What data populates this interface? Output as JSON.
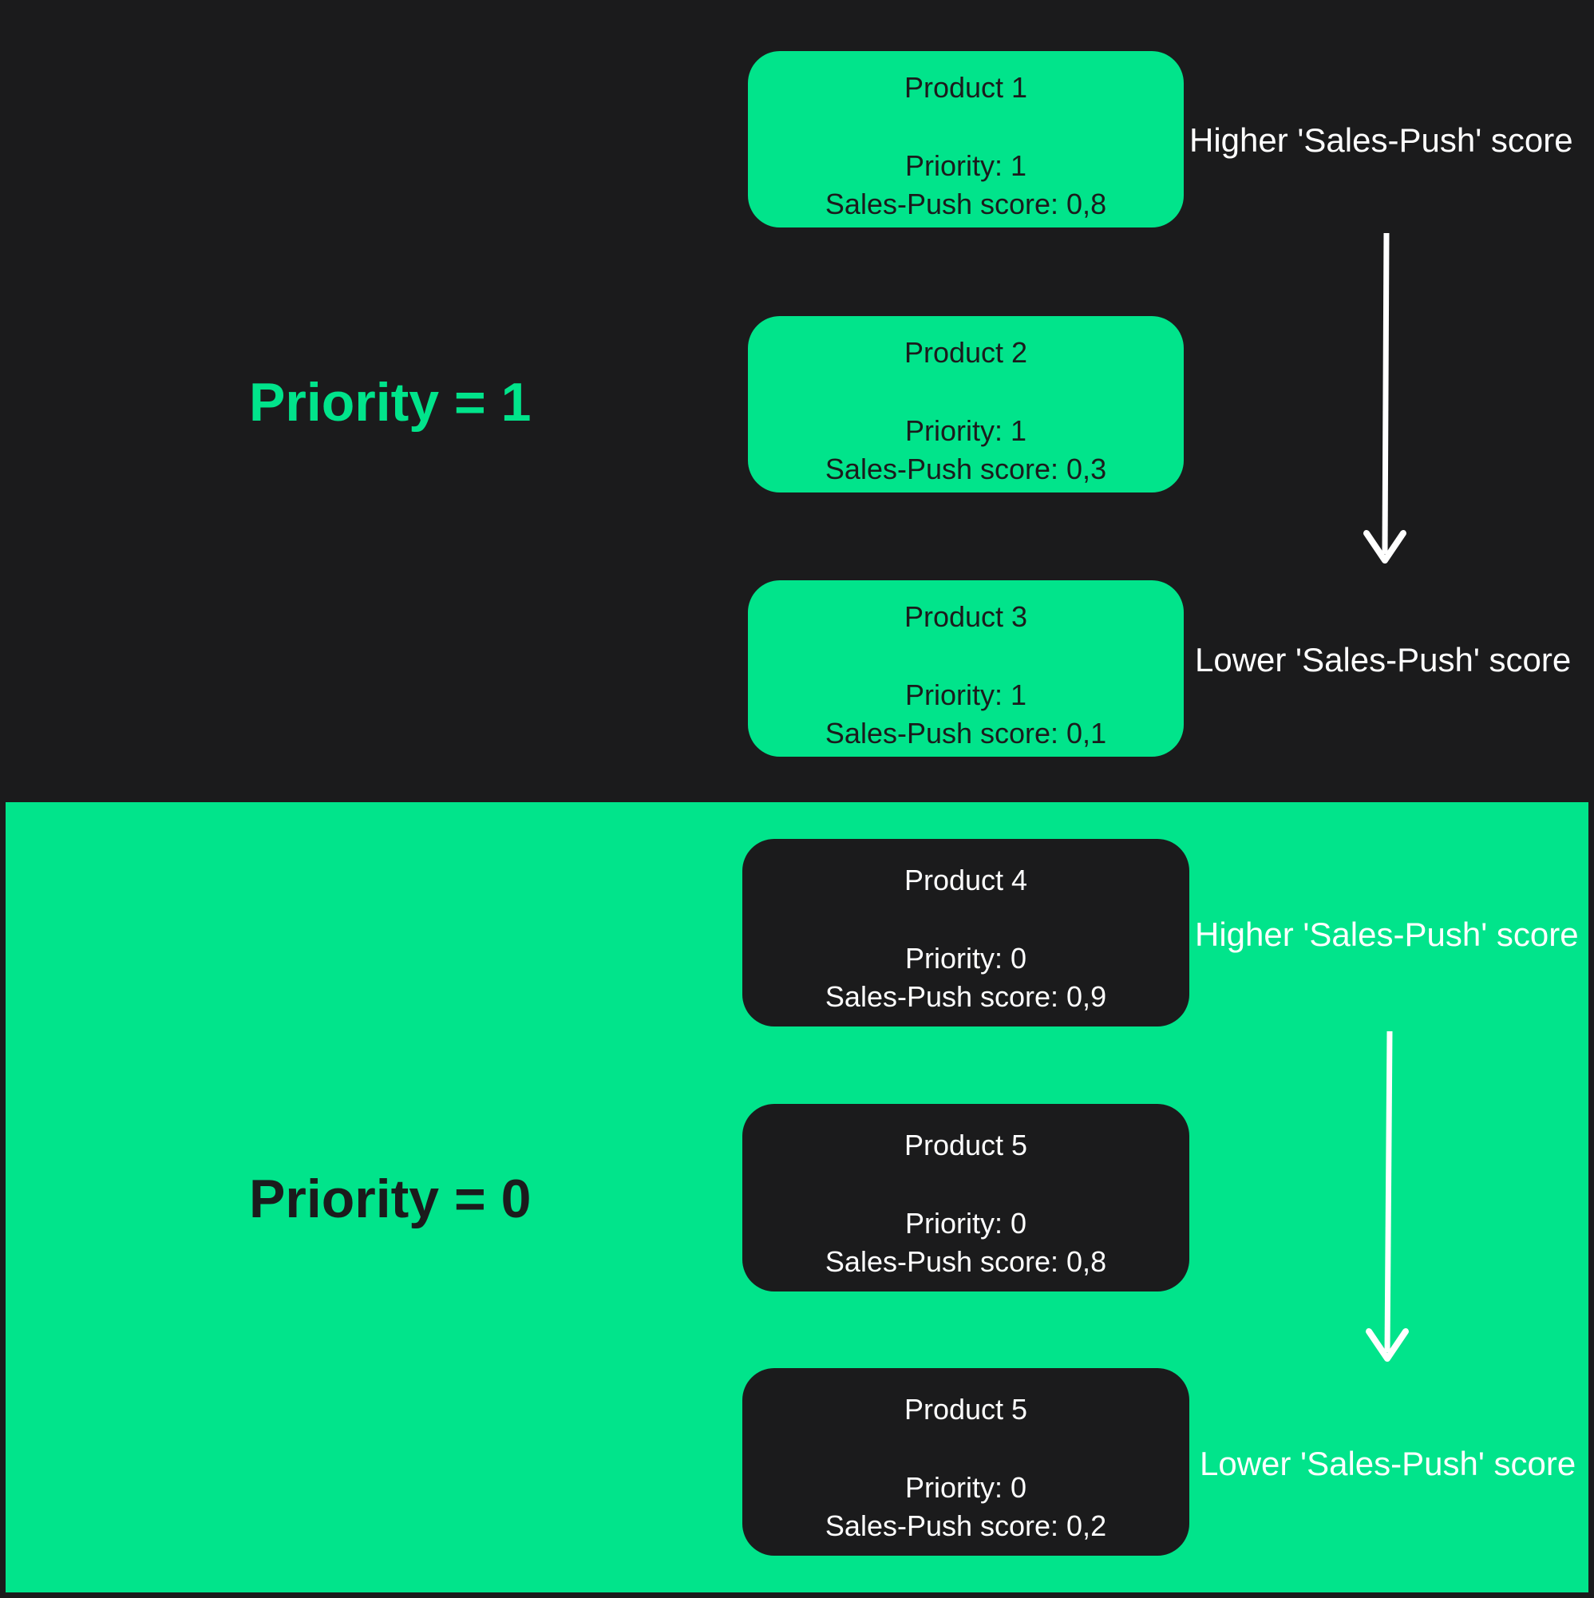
{
  "groups": {
    "top": {
      "label": "Priority = 1",
      "higher_note": "Higher 'Sales-Push' score",
      "lower_note": "Lower 'Sales-Push' score",
      "products": [
        {
          "name": "Product 1",
          "priority": "Priority: 1",
          "score": "Sales-Push score: 0,8"
        },
        {
          "name": "Product 2",
          "priority": "Priority: 1",
          "score": "Sales-Push score: 0,3"
        },
        {
          "name": "Product 3",
          "priority": "Priority: 1",
          "score": "Sales-Push score: 0,1"
        }
      ]
    },
    "bottom": {
      "label": "Priority = 0",
      "higher_note": "Higher 'Sales-Push' score",
      "lower_note": "Lower 'Sales-Push' score",
      "products": [
        {
          "name": "Product 4",
          "priority": "Priority: 0",
          "score": "Sales-Push score: 0,9"
        },
        {
          "name": "Product 5",
          "priority": "Priority: 0",
          "score": "Sales-Push score: 0,8"
        },
        {
          "name": "Product 5",
          "priority": "Priority: 0",
          "score": "Sales-Push score: 0,2"
        }
      ]
    }
  },
  "colors": {
    "dark": "#1b1b1c",
    "green": "#01e48b",
    "white": "#ffffff"
  }
}
